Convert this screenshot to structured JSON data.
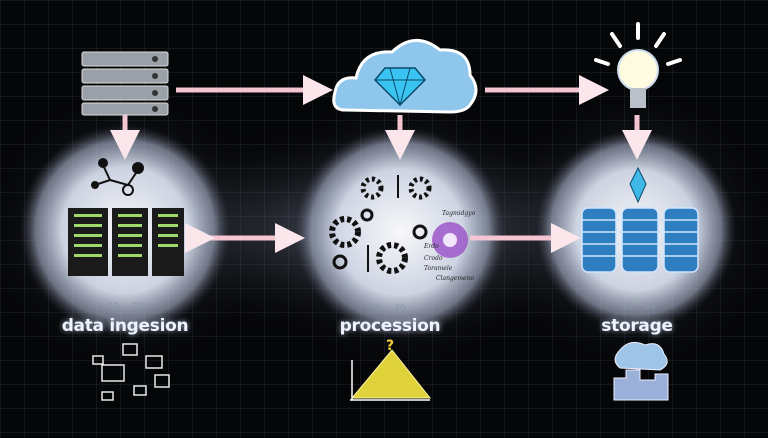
{
  "stages": [
    {
      "label": "data ingesion",
      "dial_numbers": [
        "19",
        "22"
      ]
    },
    {
      "label": "procession",
      "dial_numbers": [
        "70",
        "20"
      ]
    },
    {
      "label": "storage",
      "dial_numbers": [
        "22",
        "20"
      ]
    }
  ],
  "process_annotations": [
    "Tagmidgyo",
    "Erdo",
    "Crodo",
    "Toramele",
    "Clangemeno"
  ],
  "colors": {
    "arrow": "#f4c6d2",
    "glow": "#e8eeff",
    "background": "#050608",
    "accent_blue": "#3fb8e8"
  }
}
